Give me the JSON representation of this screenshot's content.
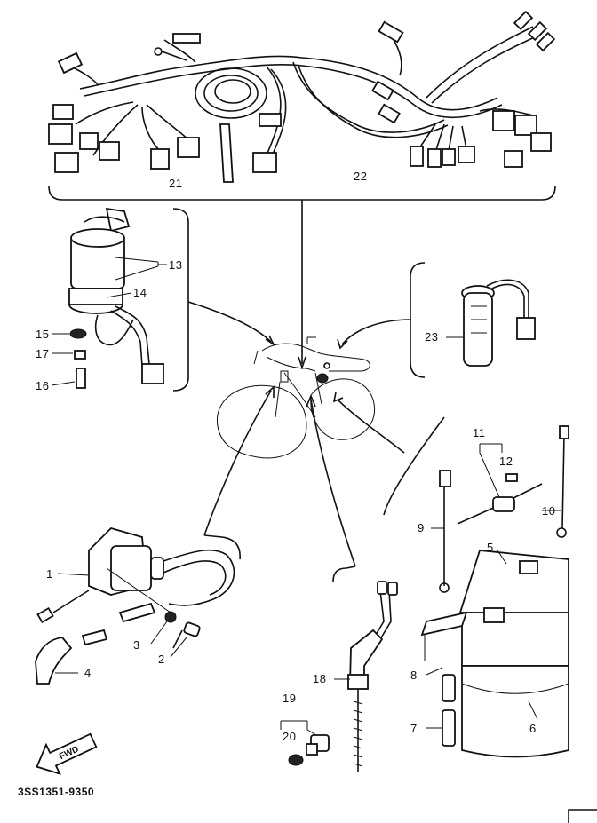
{
  "diagram": {
    "catalog_code": "3SS1351-9350",
    "forward_label": "FWD",
    "callouts": {
      "c1": "1",
      "c2": "2",
      "c3": "3",
      "c4": "4",
      "c5": "5",
      "c6": "6",
      "c7": "7",
      "c8": "8",
      "c9": "9",
      "c10": "10",
      "c11": "11",
      "c12": "12",
      "c13": "13",
      "c14": "14",
      "c15": "15",
      "c16": "16",
      "c17": "17",
      "c18": "18",
      "c19": "19",
      "c20": "20",
      "c21": "21",
      "c22": "22",
      "c23": "23"
    }
  }
}
